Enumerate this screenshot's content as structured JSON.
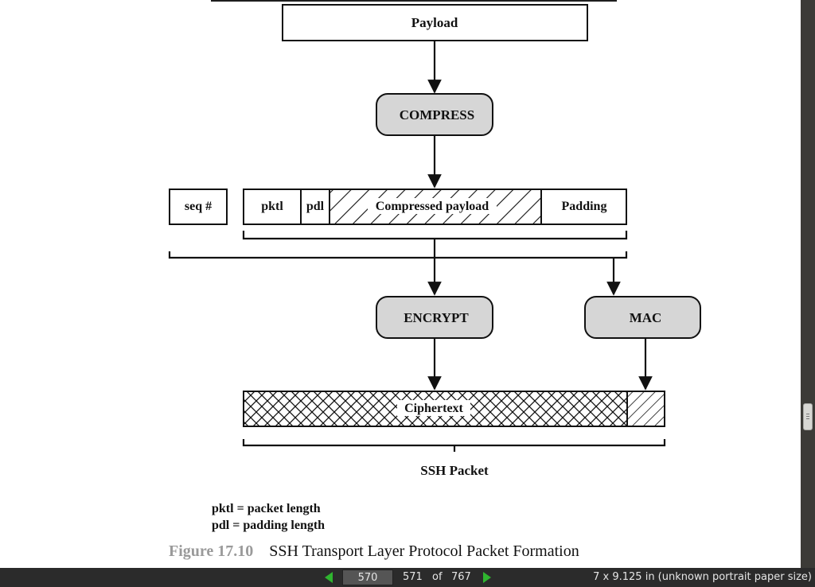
{
  "diagram": {
    "payload": "Payload",
    "compress": "COMPRESS",
    "seq": "seq #",
    "pktl": "pktl",
    "pdl": "pdl",
    "compressed_payload": "Compressed payload",
    "padding": "Padding",
    "encrypt": "ENCRYPT",
    "mac": "MAC",
    "ciphertext": "Ciphertext",
    "ssh_packet": "SSH Packet"
  },
  "legend": {
    "line1": "pktl = packet length",
    "line2": "pdl = padding length"
  },
  "caption": {
    "figure": "Figure 17.10",
    "title": "SSH Transport Layer Protocol Packet Formation"
  },
  "statusbar": {
    "current_page": "570",
    "next_page": "571",
    "of_label": "of",
    "total_pages": "767",
    "paper_size": "7 x 9.125 in (unknown portrait paper size)"
  },
  "colors": {
    "box_fill": "#d6d6d6",
    "nav_arrow": "#2fb52f",
    "background": "#3c3b37"
  }
}
